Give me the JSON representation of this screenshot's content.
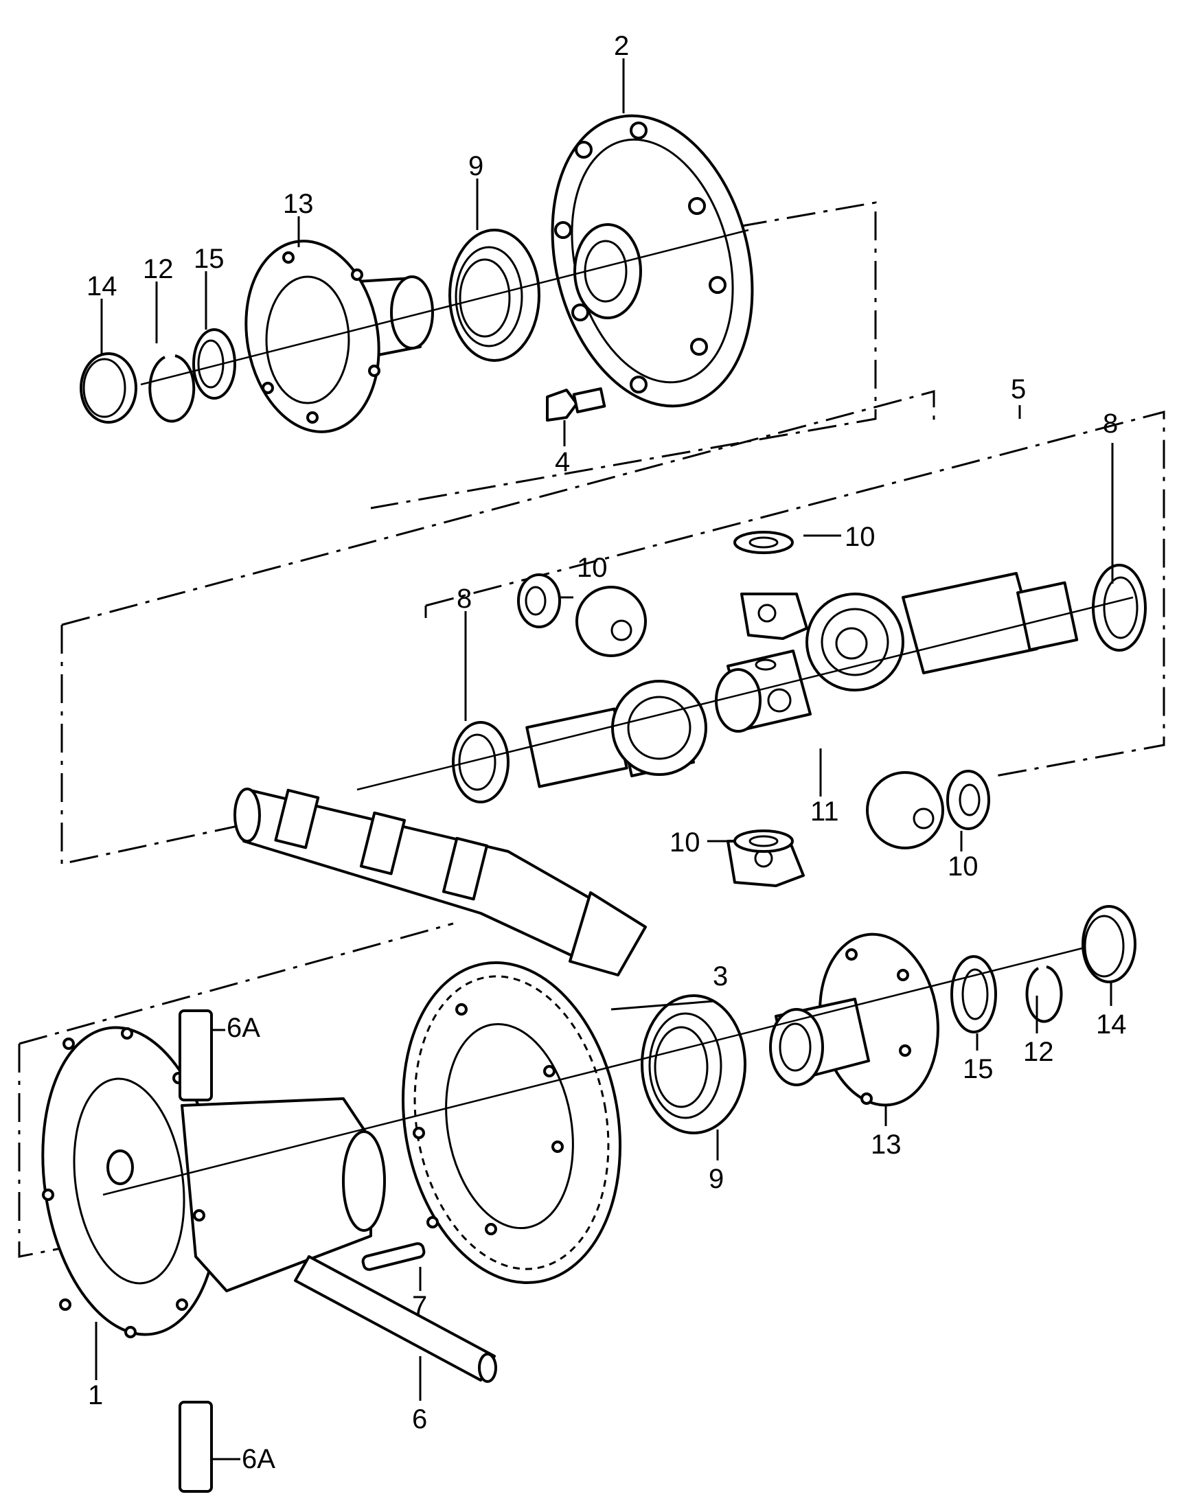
{
  "callouts": {
    "c1": "1",
    "c2": "2",
    "c3": "3",
    "c4": "4",
    "c5": "5",
    "c6": "6",
    "c6a_top": "6A",
    "c6a_bottom": "6A",
    "c7": "7",
    "c8_left": "8",
    "c8_right": "8",
    "c9_top": "9",
    "c9_bottom": "9",
    "c10_a": "10",
    "c10_b": "10",
    "c10_c": "10",
    "c10_d": "10",
    "c11": "11",
    "c12_top": "12",
    "c12_bottom": "12",
    "c13_top": "13",
    "c13_bottom": "13",
    "c14_top": "14",
    "c14_bottom": "14",
    "c15_top": "15",
    "c15_bottom": "15"
  },
  "icons": [
    "differential-housing-icon",
    "cover-plate-icon",
    "ring-gear-icon",
    "bolt-icon",
    "pinion-shaft-icon",
    "bearing-icon",
    "flange-icon",
    "cap-icon"
  ]
}
